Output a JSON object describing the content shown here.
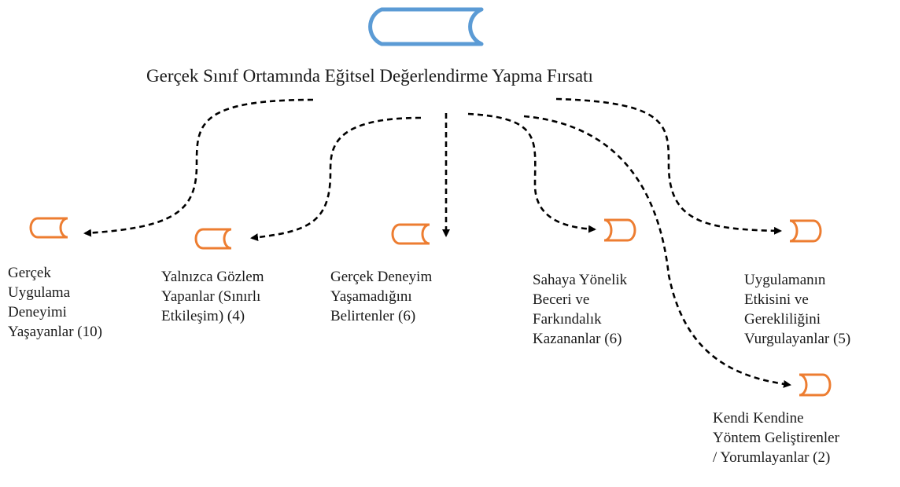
{
  "diagram": {
    "root": {
      "title": "Gerçek Sınıf Ortamında Eğitsel Değerlendirme Yapma Fırsatı",
      "icon": "scroll-icon",
      "color": "#5b9bd5"
    },
    "children": [
      {
        "id": "n1",
        "lines": [
          "Gerçek",
          "Uygulama",
          "Deneyimi",
          "Yaşayanlar (10)"
        ],
        "icon": "scroll-icon-left"
      },
      {
        "id": "n2",
        "lines": [
          "Yalnızca Gözlem",
          "Yapanlar (Sınırlı",
          "Etkileşim) (4)"
        ],
        "icon": "scroll-icon-left"
      },
      {
        "id": "n3",
        "lines": [
          "Gerçek Deneyim",
          "Yaşamadığını",
          "Belirtenler (6)"
        ],
        "icon": "scroll-icon-left"
      },
      {
        "id": "n4",
        "lines": [
          "Sahaya Yönelik",
          "Beceri ve",
          "Farkındalık",
          "Kazananlar (6)"
        ],
        "icon": "scroll-icon-right"
      },
      {
        "id": "n5",
        "lines": [
          "Uygulamanın",
          "Etkisini ve",
          "Gerekliliğini",
          "Vurgulayanlar (5)"
        ],
        "icon": "scroll-icon-right"
      },
      {
        "id": "n6",
        "lines": [
          "Kendi Kendine",
          "Yöntem Geliştirenler",
          "/ Yorumlayanlar (2)"
        ],
        "icon": "scroll-icon-right"
      }
    ],
    "child_color": "#ed7d31",
    "connector_color": "#000000"
  }
}
